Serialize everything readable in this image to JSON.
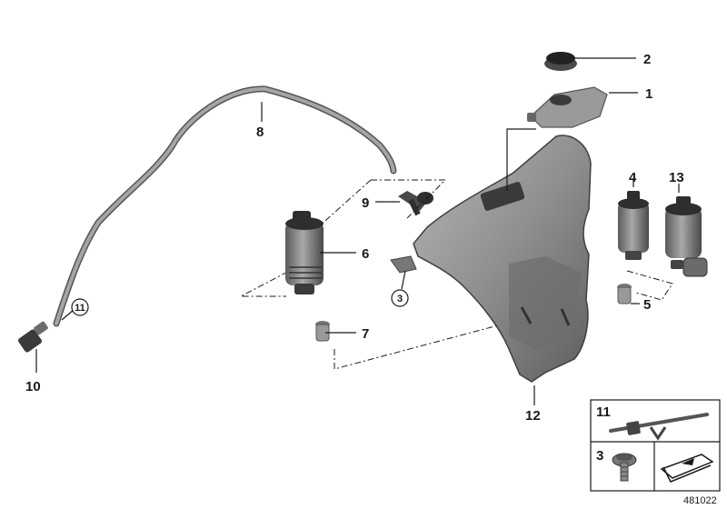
{
  "diagram": {
    "callouts": [
      "1",
      "2",
      "3",
      "4",
      "5",
      "6",
      "7",
      "8",
      "9",
      "10",
      "11",
      "12",
      "13"
    ],
    "circled_refs": [
      "11",
      "3"
    ],
    "legend": {
      "item_a": "11",
      "item_b": "3"
    },
    "document_number": "481022",
    "colors": {
      "part_fill": "#8e8e8e",
      "part_dark": "#4a4a4a",
      "line": "#1a1a1a"
    }
  }
}
